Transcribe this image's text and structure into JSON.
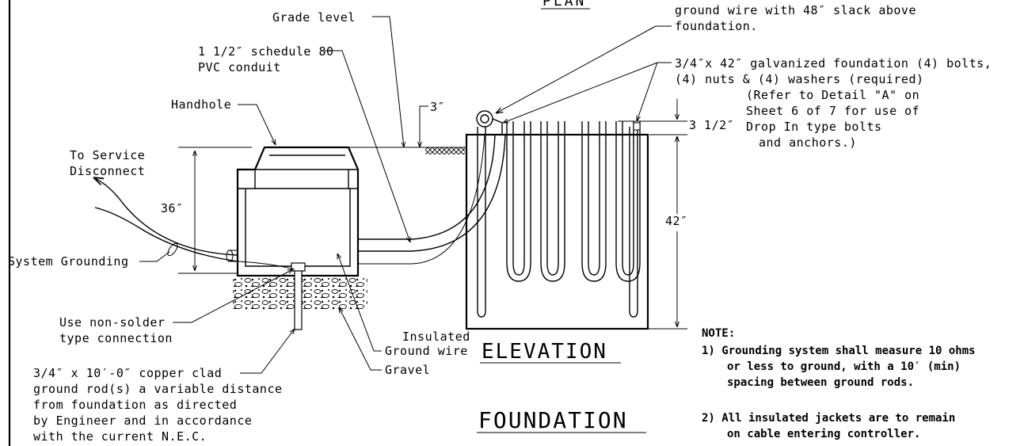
{
  "header": {
    "plan_title": "PLAN",
    "ground_wire_line1": "ground wire with 48″ slack above",
    "ground_wire_line2": "foundation."
  },
  "labels": {
    "grade_level": "Grade level",
    "conduit_line1": "1 1/2″ schedule 80",
    "conduit_line2": "PVC conduit",
    "handhole": "Handhole",
    "to_service_line1": "To Service",
    "to_service_line2": "Disconnect",
    "system_grounding": "System Grounding",
    "bolts_line1": "3/4″x 42″ galvanized foundation (4) bolts,",
    "bolts_line2": "(4) nuts & (4) washers (required)",
    "bolts_line3": "(Refer to Detail \"A\" on",
    "bolts_line4": "Sheet 6 of 7 for use of",
    "bolts_line5": "Drop In type bolts",
    "bolts_line6": "and anchors.)",
    "non_solder_line1": "Use non-solder",
    "non_solder_line2": "type connection",
    "insulated_line1": "Insulated",
    "insulated_line2": "Ground wire",
    "gravel": "Gravel",
    "rod_line1": "3/4″ x 10′-0″ copper clad",
    "rod_line2": "ground rod(s) a variable distance",
    "rod_line3": "from foundation as  directed",
    "rod_line4": "by Engineer and in accordance",
    "rod_line5": "with the current N.E.C."
  },
  "dimensions": {
    "d3": "3″",
    "d3_5": "3 1/2″",
    "d36": "36″",
    "d42": "42″"
  },
  "titles": {
    "elevation": "ELEVATION",
    "foundation": "FOUNDATION"
  },
  "notes": {
    "heading": "NOTE:",
    "n1_line1": "1) Grounding system shall measure 10 ohms",
    "n1_line2": "or less to ground, with a 10′ (min)",
    "n1_line3": "spacing between ground rods.",
    "n2_line1": "2) All insulated jackets are to remain",
    "n2_line2": "on cable entering controller."
  }
}
